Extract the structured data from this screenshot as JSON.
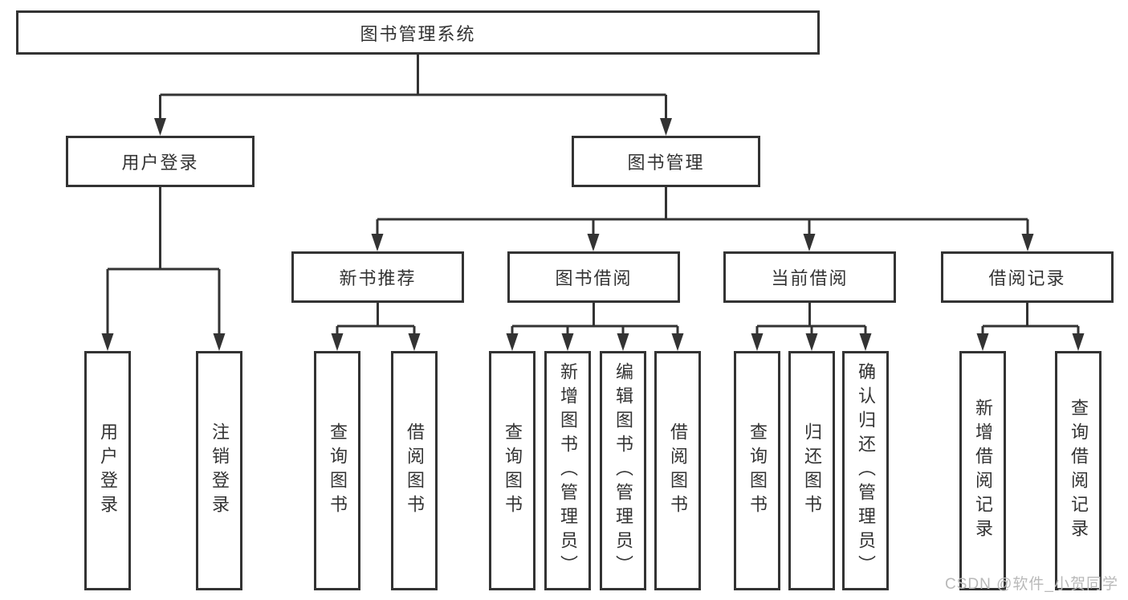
{
  "root": {
    "label": "图书管理系统"
  },
  "user_login": {
    "label": "用户登录",
    "leaves": [
      {
        "label": "用户登录"
      },
      {
        "label": "注销登录"
      }
    ]
  },
  "book_mgmt": {
    "label": "图书管理",
    "groups": [
      {
        "label": "新书推荐",
        "leaves": [
          {
            "label": "查询图书"
          },
          {
            "label": "借阅图书"
          }
        ]
      },
      {
        "label": "图书借阅",
        "leaves": [
          {
            "label": "查询图书"
          },
          {
            "label": "新增图书（管理员）"
          },
          {
            "label": "编辑图书（管理员）"
          },
          {
            "label": "借阅图书"
          }
        ]
      },
      {
        "label": "当前借阅",
        "leaves": [
          {
            "label": "查询图书"
          },
          {
            "label": "归还图书"
          },
          {
            "label": "确认归还（管理员）"
          }
        ]
      },
      {
        "label": "借阅记录",
        "leaves": [
          {
            "label": "新增借阅记录"
          },
          {
            "label": "查询借阅记录"
          }
        ]
      }
    ]
  },
  "watermark": "CSDN @软件_小贺同学",
  "colors": {
    "line": "#333333",
    "text": "#333333",
    "watermark": "#b9b9b9"
  }
}
